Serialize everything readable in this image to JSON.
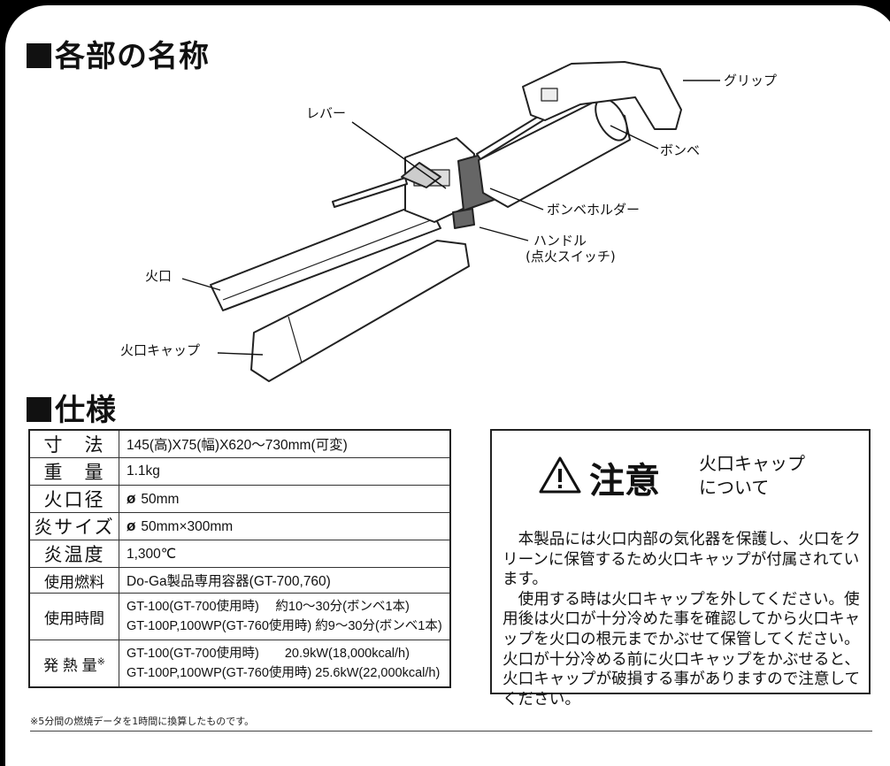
{
  "sections": {
    "parts_title": "各部の名称",
    "spec_title": "仕様"
  },
  "diagram": {
    "labels": {
      "grip": "グリップ",
      "lever": "レバー",
      "bombe": "ボンベ",
      "bombe_holder": "ボンベホルダー",
      "handle": "ハンドル",
      "handle_sub": "(点火スイッチ)",
      "nozzle": "火口",
      "nozzle_cap": "火口キャップ"
    }
  },
  "spec": {
    "rows": [
      {
        "key": "寸　法",
        "value": "145(高)X75(幅)X620〜730mm(可変)"
      },
      {
        "key": "重　量",
        "value": "1.1kg"
      },
      {
        "key": "火口径",
        "symbol": "ø",
        "value": "50mm"
      },
      {
        "key": "炎サイズ",
        "symbol": "ø",
        "value": "50mm×300mm"
      },
      {
        "key": "炎温度",
        "value": "1,300℃"
      },
      {
        "key": "使用燃料",
        "value": "Do-Ga製品専用容器(GT-700,760)"
      }
    ],
    "usage_time": {
      "key": "使用時間",
      "line1": "GT-100(GT-700使用時)　 約10〜30分(ボンベ1本)",
      "line2": "GT-100P,100WP(GT-760使用時) 約9〜30分(ボンベ1本)"
    },
    "heat_output": {
      "key": "発 熱 量",
      "mark": "※",
      "line1": "GT-100(GT-700使用時)　　20.9kW(18,000kcal/h)",
      "line2": "GT-100P,100WP(GT-760使用時)  25.6kW(22,000kcal/h)"
    },
    "footnote": "※5分間の燃焼データを1時間に換算したものです。"
  },
  "caution": {
    "title": "注意",
    "subtitle_line1": "火口キャップ",
    "subtitle_line2": "について",
    "paragraph1": "本製品には火口内部の気化器を保護し、火口をクリーンに保管するため火口キャップが付属されています。",
    "paragraph2": "使用する時は火口キャップを外してください。使用後は火口が十分冷めた事を確認してから火口キャップを火口の根元までかぶせて保管してください。火口が十分冷める前に火口キャップをかぶせると、火口キャップが破損する事がありますので注意してください。"
  }
}
